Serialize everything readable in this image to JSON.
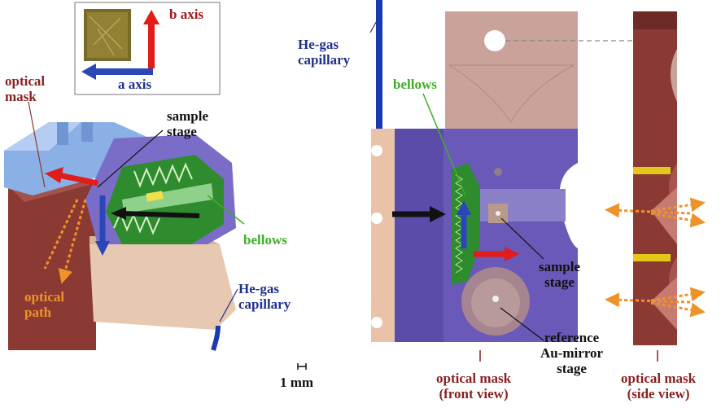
{
  "inset": {
    "b_axis": "b axis",
    "a_axis": "a axis"
  },
  "labels": {
    "optical_mask_left": [
      "optical",
      "mask"
    ],
    "sample_stage_left": [
      "sample",
      "stage"
    ],
    "bellows_left": "bellows",
    "optical_path": [
      "optical",
      "path"
    ],
    "he_gas_capillary_left": [
      "He-gas",
      "capillary"
    ],
    "he_gas_capillary_mid": [
      "He-gas",
      "capillary"
    ],
    "bellows_mid": "bellows",
    "sample_stage_mid": [
      "sample",
      "stage"
    ],
    "reference_stage": [
      "reference",
      "Au-mirror",
      "stage"
    ],
    "optical_mask_front": [
      "optical mask",
      "(front view)"
    ],
    "optical_mask_side": [
      "optical mask",
      "(side view)"
    ],
    "scale_bar": "1 mm"
  },
  "colors": {
    "red_axis": "#e21b1b",
    "blue_axis": "#2b46b8",
    "mask_brown": "#8b3a33",
    "mask_pink": "#c9a29a",
    "stage_purple": "#6a59b8",
    "bellows_green": "#2e8b2e",
    "orange_path": "#f0922a"
  }
}
